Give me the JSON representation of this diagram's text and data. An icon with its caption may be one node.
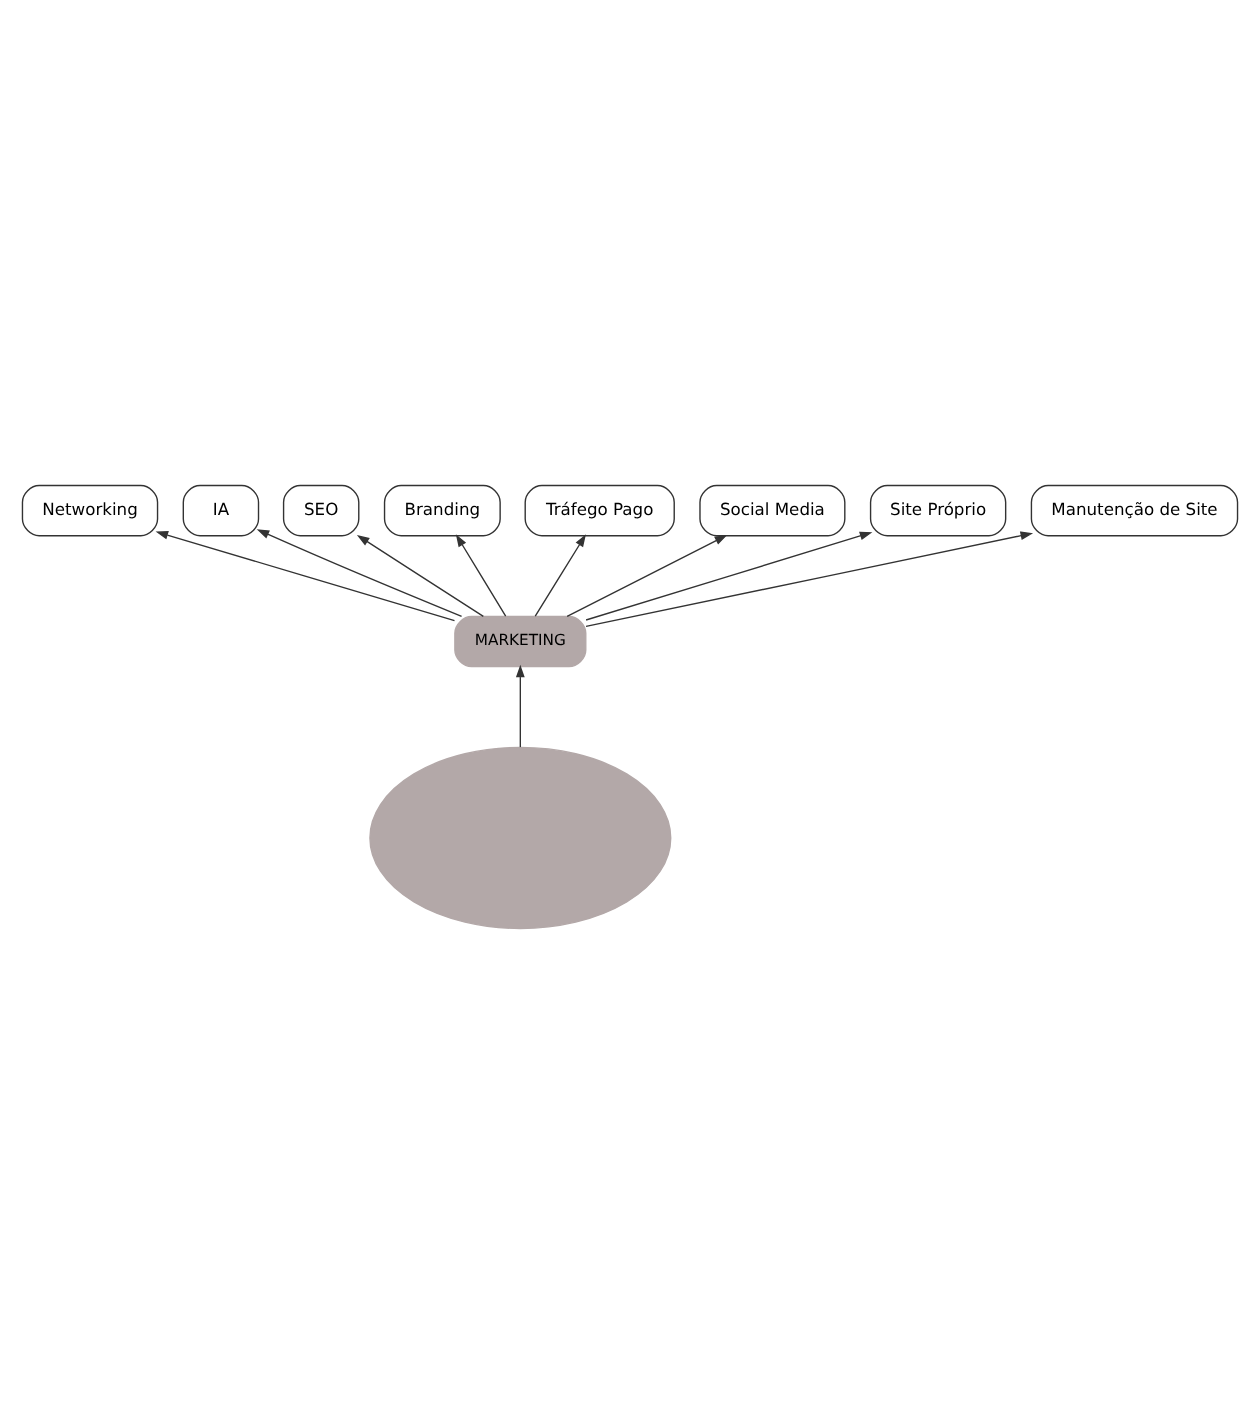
{
  "diagram": {
    "nodes": [
      {
        "text": [],
        "shape": "ellipse"
      },
      {
        "text": [
          "MARKETING"
        ]
      },
      {
        "text": [
          "Networking"
        ]
      },
      {
        "text": [
          "IA"
        ]
      },
      {
        "text": [
          "SEO"
        ]
      },
      {
        "text": [
          "Branding"
        ]
      },
      {
        "text": [
          "Tráfego Pago"
        ]
      },
      {
        "text": [
          "Social Media"
        ]
      },
      {
        "text": [
          "Site Próprio"
        ]
      },
      {
        "text": [
          "Manutenção de Site"
        ]
      }
    ],
    "edges": [
      {
        "from": 0,
        "to": 1,
        "arrow": "to"
      },
      {
        "from": 1,
        "to": 2,
        "arrow": "to"
      },
      {
        "from": 1,
        "to": 3,
        "arrow": "to"
      },
      {
        "from": 1,
        "to": 4,
        "arrow": "to"
      },
      {
        "from": 1,
        "to": 5,
        "arrow": "to"
      },
      {
        "from": 1,
        "to": 6,
        "arrow": "to"
      },
      {
        "from": 1,
        "to": 7,
        "arrow": "to"
      },
      {
        "from": 1,
        "to": 8,
        "arrow": "to"
      },
      {
        "from": 1,
        "to": 9,
        "arrow": "to"
      }
    ]
  }
}
